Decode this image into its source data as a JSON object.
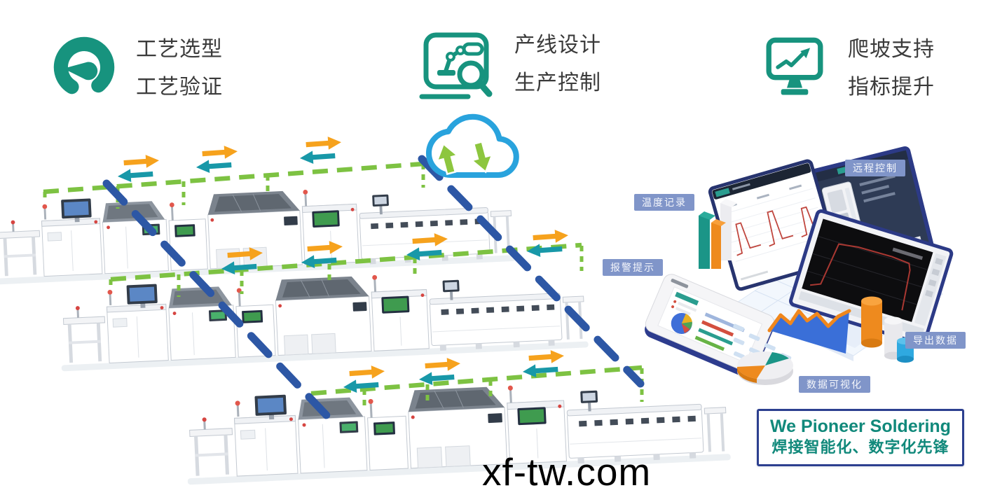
{
  "header": {
    "features": [
      {
        "icon": "gauge-icon",
        "lines": [
          "工艺选型",
          "工艺验证"
        ]
      },
      {
        "icon": "robot-inspection-icon",
        "lines": [
          "产线设计",
          "生产控制"
        ]
      },
      {
        "icon": "monitor-trend-icon",
        "lines": [
          "爬坡支持",
          "指标提升"
        ]
      }
    ]
  },
  "diagram": {
    "cloud_icon": "cloud-sync-icon",
    "production_lines": [
      "smt-line-1",
      "smt-line-2",
      "smt-line-3"
    ],
    "badges": [
      {
        "id": "temperature-record",
        "label": "温度记录"
      },
      {
        "id": "remote-control",
        "label": "远程控制"
      },
      {
        "id": "alarm-alert",
        "label": "报警提示"
      },
      {
        "id": "export-data",
        "label": "导出数据"
      },
      {
        "id": "data-visualization",
        "label": "数据可视化"
      }
    ],
    "slogan": {
      "line1": "We Pioneer Soldering",
      "line2": "焊接智能化、数字化先锋"
    }
  },
  "watermark": "xf-tw.com",
  "colors": {
    "teal_icon": "#17937e",
    "text_dark": "#3b3b3b",
    "arrow_orange": "#f6a21d",
    "arrow_teal": "#1898a8",
    "rail_green": "#7dc242",
    "flow_blue": "#2d57a5",
    "cloud_blue": "#29a3dd",
    "cloud_green": "#8dc63f",
    "badge_blue": "#8095c9",
    "slogan_border": "#2c3f8f",
    "slogan_text": "#11897b"
  }
}
